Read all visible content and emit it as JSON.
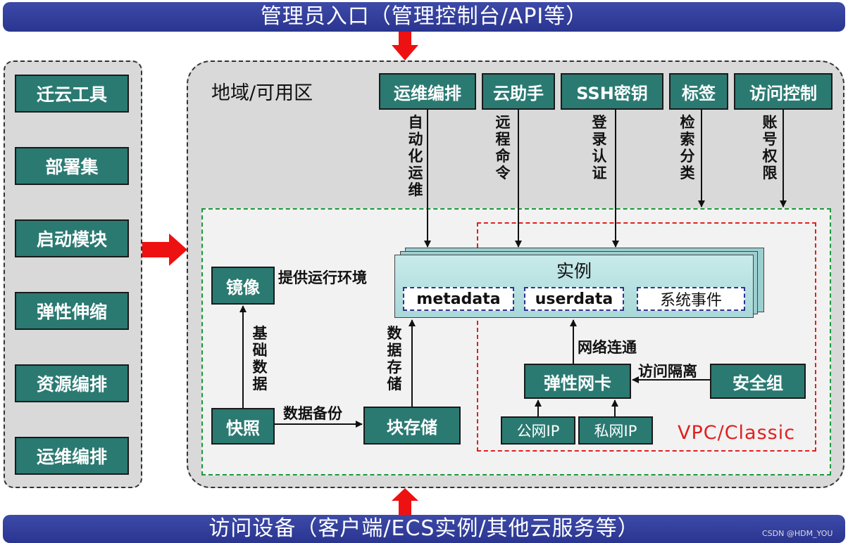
{
  "banners": {
    "top": "管理员入口（管理控制台/API等）",
    "bottom": "访问设备（客户端/ECS实例/其他云服务等）"
  },
  "left_panel": {
    "items": [
      "迁云工具",
      "部署集",
      "启动模块",
      "弹性伸缩",
      "资源编排",
      "运维编排"
    ]
  },
  "region": {
    "title": "地域/可用区",
    "top_services": [
      "运维编排",
      "云助手",
      "SSH密钥",
      "标签",
      "访问控制"
    ],
    "service_labels": [
      "自动化运维",
      "远程命令",
      "登录认证",
      "检索分类",
      "账号权限"
    ]
  },
  "instance": {
    "title": "实例",
    "fields": [
      "metadata",
      "userdata",
      "系统事件"
    ]
  },
  "storage": {
    "image": "镜像",
    "image_label": "提供运行环境",
    "snapshot": "快照",
    "snapshot_to_image_label": "基础数据",
    "block_storage": "块存储",
    "backup_label": "数据备份",
    "storage_label": "数据存储"
  },
  "network": {
    "eni": "弹性网卡",
    "network_label": "网络连通",
    "security_group": "安全组",
    "isolation_label": "访问隔离",
    "public_ip": "公网IP",
    "private_ip": "私网IP",
    "vpc_label": "VPC/Classic"
  },
  "watermark": "CSDN @HDM_YOU",
  "colors": {
    "banner": "#2a3590",
    "box": "#2a7a72",
    "arrow_red": "#ee1111",
    "green_dash": "#1a9a3a",
    "red_dash": "#e02020"
  }
}
